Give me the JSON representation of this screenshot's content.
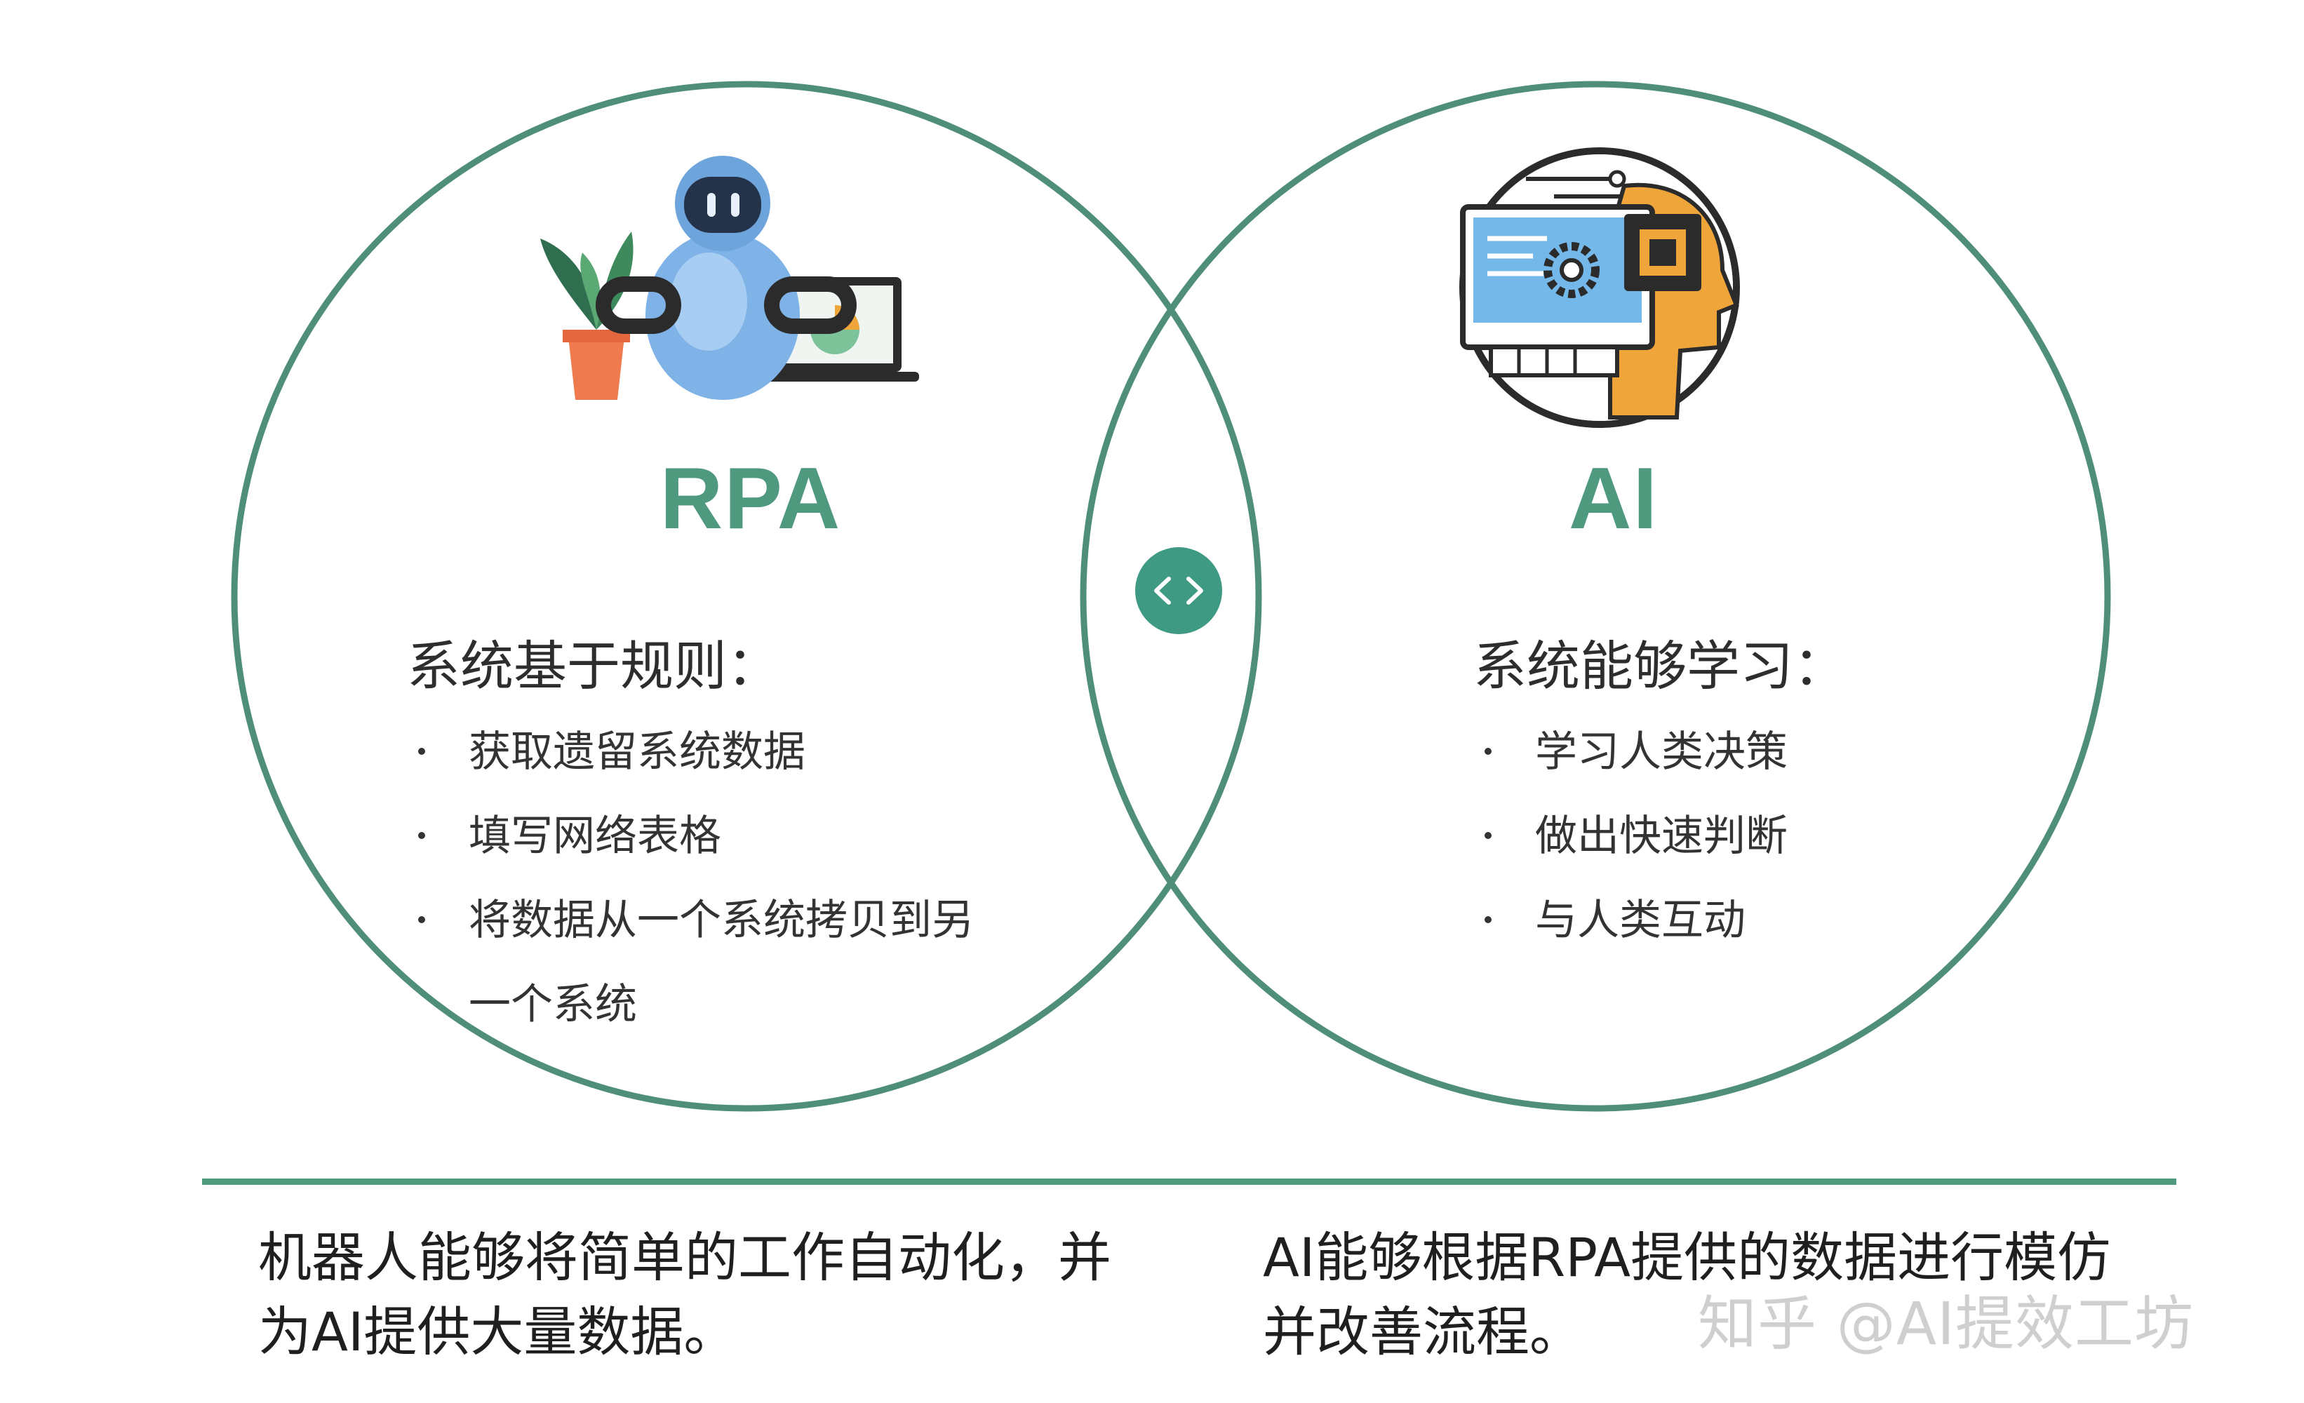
{
  "venn": {
    "circle_color": "#4f8f7a",
    "left": {
      "title": "RPA",
      "heading": "系统基于规则：",
      "points": [
        "获取遗留系统数据",
        "填写网络表格",
        "将数据从一个系统拷贝到另",
        "一个系统"
      ],
      "icon": "robot-icon"
    },
    "right": {
      "title": "AI",
      "heading": "系统能够学习：",
      "points": [
        "学习人类决策",
        "做出快速判断",
        "与人类互动"
      ],
      "icon": "ai-brain-icon"
    },
    "center_icon": "code-brackets-icon"
  },
  "captions": {
    "left": "机器人能够将简单的工作自动化，并为AI提供大量数据。",
    "right": "AI能够根据RPA提供的数据进行模仿并改善流程。"
  },
  "watermark": "知乎 @AI提效工坊",
  "colors": {
    "accent": "#4f9a7f",
    "toggle": "#3f9a84",
    "robot_blue": "#7fb2e6",
    "brain_orange": "#f0a53a"
  }
}
